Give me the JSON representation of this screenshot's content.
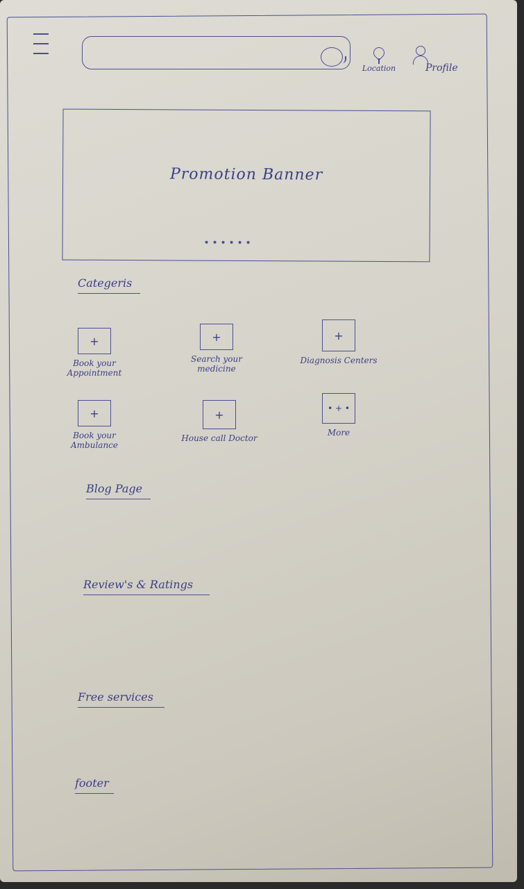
{
  "header": {
    "location_label": "Location",
    "profile_label": "Profile"
  },
  "banner": {
    "title": "Promotion Banner"
  },
  "categories": {
    "heading": "Categeris",
    "items": [
      {
        "icon": "+",
        "label": "Book your Appointment"
      },
      {
        "icon": "+",
        "label": "Search your medicine"
      },
      {
        "icon": "+",
        "label": "Diagnosis Centers"
      },
      {
        "icon": "+",
        "label": "Book your Ambulance"
      },
      {
        "icon": "+",
        "label": "House call Doctor"
      },
      {
        "icon": "• + •",
        "label": "More"
      }
    ]
  },
  "sections": {
    "blog": "Blog Page",
    "reviews": "Review's & Ratings",
    "free": "Free services",
    "footer": "footer"
  },
  "colors": {
    "ink": "#3b3f86",
    "paper": "#d6d3ca"
  }
}
